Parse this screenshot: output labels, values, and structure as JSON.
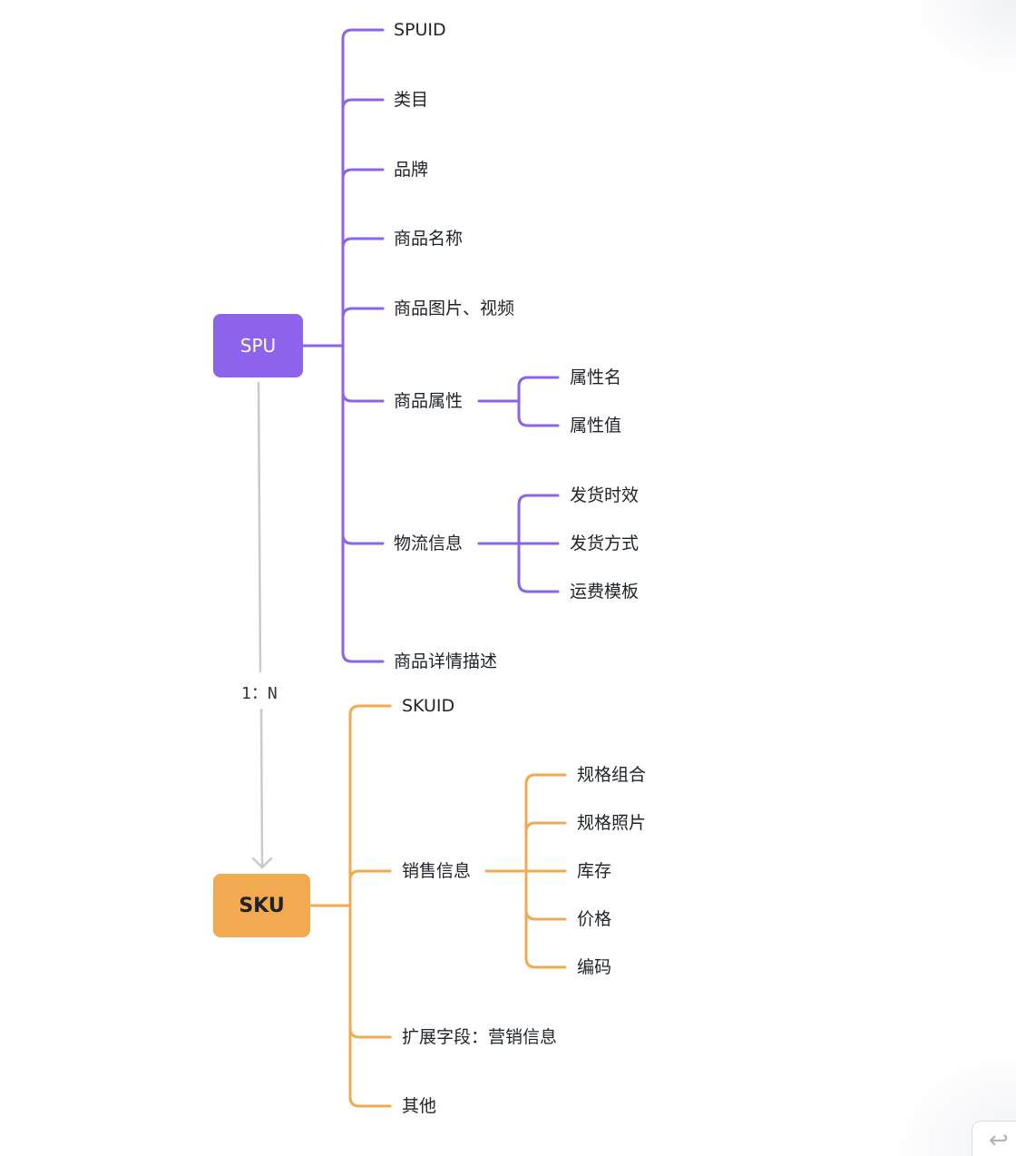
{
  "colors": {
    "spu": "#8d63ec",
    "sku": "#f2a950",
    "relation_arrow": "#c8cacd",
    "text": "#1f2329"
  },
  "relation": {
    "label": "1：N",
    "from": "SPU",
    "to": "SKU"
  },
  "spu": {
    "label": "SPU",
    "children": [
      {
        "label": "SPUID",
        "children": []
      },
      {
        "label": "类目",
        "children": []
      },
      {
        "label": "品牌",
        "children": []
      },
      {
        "label": "商品名称",
        "children": []
      },
      {
        "label": "商品图片、视频",
        "children": []
      },
      {
        "label": "商品属性",
        "children": [
          {
            "label": "属性名"
          },
          {
            "label": "属性值"
          }
        ]
      },
      {
        "label": "物流信息",
        "children": [
          {
            "label": "发货时效"
          },
          {
            "label": "发货方式"
          },
          {
            "label": "运费模板"
          }
        ]
      },
      {
        "label": "商品详情描述",
        "children": []
      }
    ]
  },
  "sku": {
    "label": "SKU",
    "children": [
      {
        "label": "SKUID",
        "children": []
      },
      {
        "label": "销售信息",
        "children": [
          {
            "label": "规格组合"
          },
          {
            "label": "规格照片"
          },
          {
            "label": "库存"
          },
          {
            "label": "价格"
          },
          {
            "label": "编码"
          }
        ]
      },
      {
        "label": "扩展字段：营销信息",
        "children": []
      },
      {
        "label": "其他",
        "children": []
      }
    ]
  },
  "toolbar": {
    "undo_icon": "undo-arrow-icon",
    "undo_glyph": "↩"
  }
}
